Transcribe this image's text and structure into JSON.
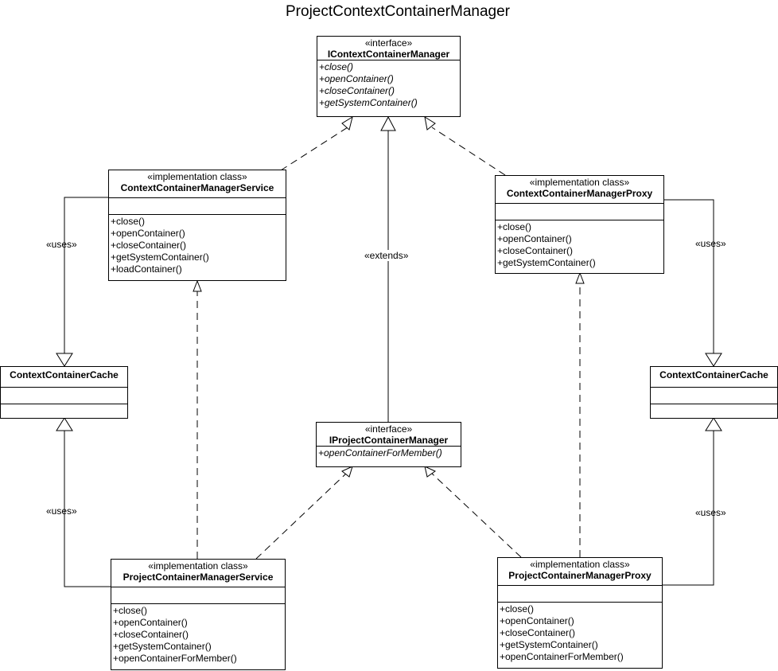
{
  "diagram": {
    "title": "ProjectContextContainerManager",
    "nodes": {
      "icontext": {
        "stereotype": "«interface»",
        "name": "IContextContainerManager",
        "operations": [
          "+close()",
          "+openContainer()",
          "+closeContainer()",
          "+getSystemContainer()"
        ]
      },
      "ccm_service": {
        "stereotype": "«implementation class»",
        "name": "ContextContainerManagerService",
        "operations": [
          "+close()",
          "+openContainer()",
          "+closeContainer()",
          "+getSystemContainer()",
          "+loadContainer()"
        ]
      },
      "ccm_proxy": {
        "stereotype": "«implementation class»",
        "name": "ContextContainerManagerProxy",
        "operations": [
          "+close()",
          "+openContainer()",
          "+closeContainer()",
          "+getSystemContainer()"
        ]
      },
      "cache_left": {
        "name": "ContextContainerCache"
      },
      "cache_right": {
        "name": "ContextContainerCache"
      },
      "iproject": {
        "stereotype": "«interface»",
        "name": "IProjectContainerManager",
        "operations": [
          "+openContainerForMember()"
        ]
      },
      "pcm_service": {
        "stereotype": "«implementation class»",
        "name": "ProjectContainerManagerService",
        "operations": [
          "+close()",
          "+openContainer()",
          "+closeContainer()",
          "+getSystemContainer()",
          "+openContainerForMember()"
        ]
      },
      "pcm_proxy": {
        "stereotype": "«implementation class»",
        "name": "ProjectContainerManagerProxy",
        "operations": [
          "+close()",
          "+openContainer()",
          "+closeContainer()",
          "+getSystemContainer()",
          "+openContainerForMember()"
        ]
      }
    },
    "edge_labels": {
      "uses_tl": "«uses»",
      "uses_tr": "«uses»",
      "uses_bl": "«uses»",
      "uses_br": "«uses»",
      "extends": "«extends»"
    }
  }
}
